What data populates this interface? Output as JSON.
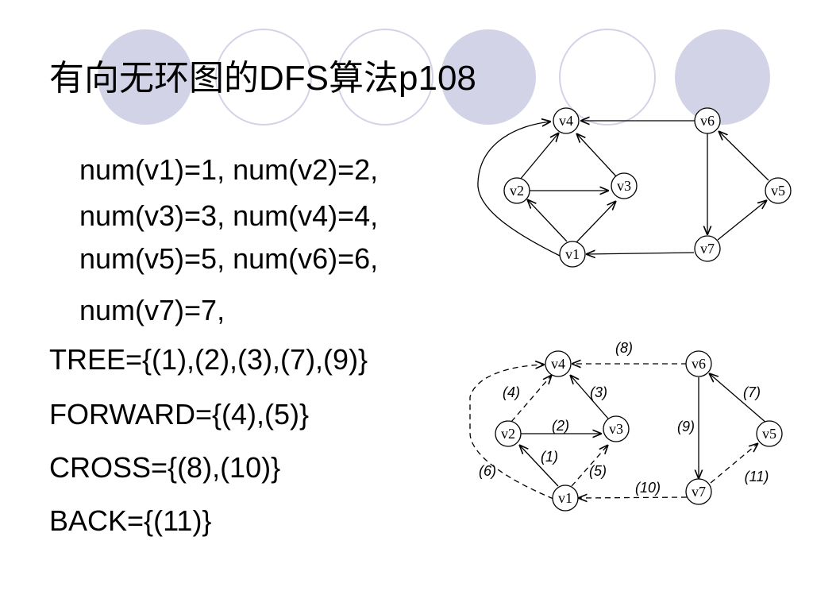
{
  "title": "有向无环图的DFS算法p108",
  "body": {
    "num_lines": [
      "num(v1)=1, num(v2)=2,",
      "num(v3)=3, num(v4)=4,",
      "num(v5)=5, num(v6)=6,",
      "num(v7)=7,"
    ],
    "tree": "TREE={(1),(2),(3),(7),(9)}",
    "forward": "FORWARD={(4),(5)}",
    "cross": "CROSS={(8),(10)}",
    "back": "BACK={(11)}"
  },
  "graph": {
    "nodes": [
      "v1",
      "v2",
      "v3",
      "v4",
      "v5",
      "v6",
      "v7"
    ],
    "edge_labels": [
      "(1)",
      "(2)",
      "(3)",
      "(4)",
      "(5)",
      "(6)",
      "(7)",
      "(8)",
      "(9)",
      "(10)",
      "(11)"
    ]
  }
}
